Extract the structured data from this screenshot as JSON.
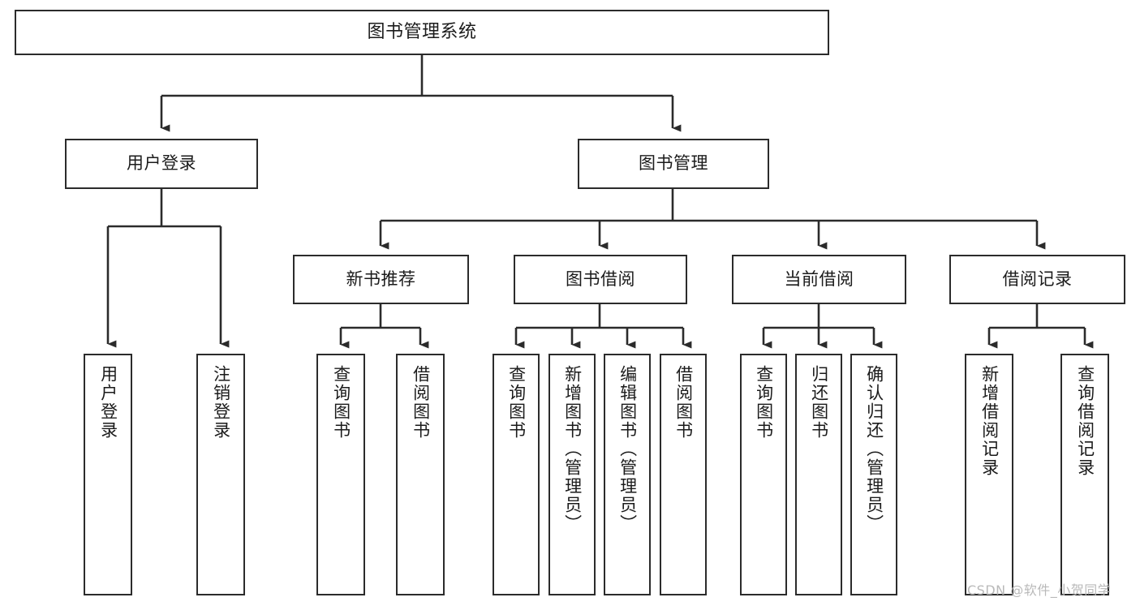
{
  "diagram": {
    "title": "图书管理系统",
    "type": "tree-hierarchy-diagram",
    "colors": {
      "stroke": "#2b2b2b",
      "fill": "#ffffff",
      "text": "#1b1b1b",
      "watermark": "#b9b9b9"
    },
    "root": {
      "label": "图书管理系统"
    },
    "level2": [
      {
        "label": "用户登录"
      },
      {
        "label": "图书管理"
      }
    ],
    "level3": [
      {
        "label": "新书推荐"
      },
      {
        "label": "图书借阅"
      },
      {
        "label": "当前借阅"
      },
      {
        "label": "借阅记录"
      }
    ],
    "leaves": {
      "user_login": [
        {
          "label": "用户登录"
        },
        {
          "label": "注销登录"
        }
      ],
      "new_book_recommend": [
        {
          "label": "查询图书"
        },
        {
          "label": "借阅图书"
        }
      ],
      "book_borrow": [
        {
          "label": "查询图书"
        },
        {
          "label": "新增图书（管理员）"
        },
        {
          "label": "编辑图书（管理员）"
        },
        {
          "label": "借阅图书"
        }
      ],
      "current_borrow": [
        {
          "label": "查询图书"
        },
        {
          "label": "归还图书"
        },
        {
          "label": "确认归还（管理员）"
        }
      ],
      "borrow_record": [
        {
          "label": "新增借阅记录"
        },
        {
          "label": "查询借阅记录"
        }
      ]
    },
    "watermark": "CSDN @软件_小贺同学"
  }
}
